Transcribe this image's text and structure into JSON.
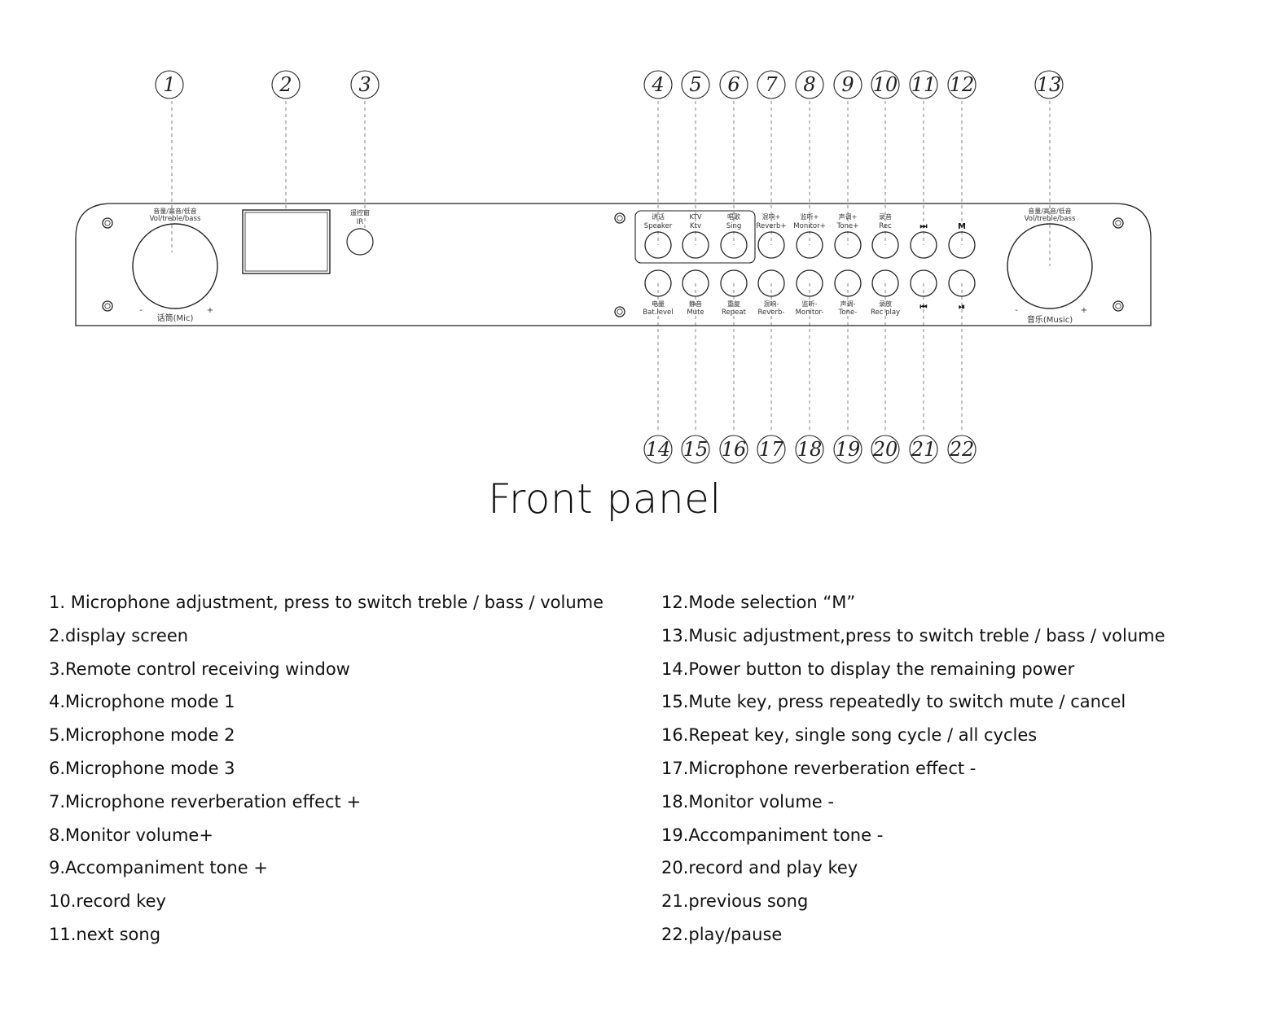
{
  "title": "Front panel",
  "panel": {
    "left_knob": {
      "label_cn": "音量/高音/低音",
      "label_en": "Vol/treble/bass",
      "bottom_label": "话筒(Mic)",
      "minus": "-",
      "plus": "+"
    },
    "right_knob": {
      "label_cn": "音量/高音/低音",
      "label_en": "Vol/treble/bass",
      "bottom_label": "音乐(Music)",
      "minus": "-",
      "plus": "+"
    },
    "ir": {
      "label_cn": "遥控窗",
      "label_en": "IR"
    },
    "top_buttons": [
      {
        "cn": "讲话",
        "en": "Speaker"
      },
      {
        "cn": "KTV",
        "en": "Ktv"
      },
      {
        "cn": "唱歌",
        "en": "Sing"
      },
      {
        "cn": "混响+",
        "en": "Reverb+"
      },
      {
        "cn": "监听+",
        "en": "Monitor+"
      },
      {
        "cn": "声调+",
        "en": "Tone+"
      },
      {
        "cn": "录音",
        "en": "Rec"
      },
      {
        "cn": "",
        "en": "⏭"
      },
      {
        "cn": "",
        "en": "M"
      }
    ],
    "bottom_buttons": [
      {
        "cn": "电量",
        "en": "Bat.level"
      },
      {
        "cn": "静音",
        "en": "Mute"
      },
      {
        "cn": "重复",
        "en": "Repeat"
      },
      {
        "cn": "混响-",
        "en": "Reverb-"
      },
      {
        "cn": "监听-",
        "en": "Monitor-"
      },
      {
        "cn": "声调-",
        "en": "Tone-"
      },
      {
        "cn": "录放",
        "en": "Rec play"
      },
      {
        "cn": "",
        "en": "⏮"
      },
      {
        "cn": "",
        "en": "⏯"
      }
    ]
  },
  "callouts_top": [
    "1",
    "2",
    "3",
    "4",
    "5",
    "6",
    "7",
    "8",
    "9",
    "10",
    "11",
    "12",
    "13"
  ],
  "callouts_bottom": [
    "14",
    "15",
    "16",
    "17",
    "18",
    "19",
    "20",
    "21",
    "22"
  ],
  "legend_left": [
    "1. Microphone adjustment, press to switch treble / bass / volume",
    "2.display screen",
    "3.Remote control receiving window",
    "4.Microphone mode 1",
    "5.Microphone mode 2",
    "6.Microphone mode 3",
    "7.Microphone reverberation effect +",
    "8.Monitor volume+",
    "9.Accompaniment tone +",
    "10.record key",
    "11.next song"
  ],
  "legend_right": [
    "12.Mode selection “M”",
    "13.Music adjustment,press to switch treble / bass / volume",
    "14.Power button to display the remaining power",
    "15.Mute key, press repeatedly to switch mute / cancel",
    "16.Repeat key, single song cycle / all cycles",
    "17.Microphone reverberation effect -",
    "18.Monitor volume -",
    "19.Accompaniment tone -",
    "20.record and play key",
    "21.previous song",
    "22.play/pause"
  ]
}
